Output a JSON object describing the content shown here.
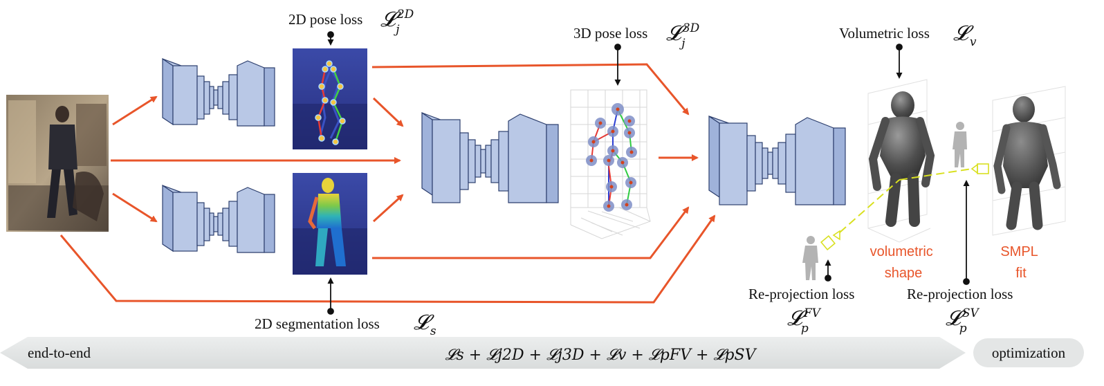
{
  "labels": {
    "pose2d": "2D pose loss",
    "pose3d": "3D pose loss",
    "volumetric": "Volumetric loss",
    "segmentation": "2D segmentation loss",
    "reproj_fv": "Re-projection loss",
    "reproj_sv": "Re-projection loss"
  },
  "symbols": {
    "L": "𝓛",
    "pose2d_sub": "j",
    "pose2d_sup": "2D",
    "pose3d_sub": "j",
    "pose3d_sup": "3D",
    "vol_sub": "v",
    "seg_sub": "s",
    "fv_sub": "p",
    "fv_sup": "FV",
    "sv_sub": "p",
    "sv_sup": "SV"
  },
  "outputs": {
    "volumetric_shape": [
      "volumetric",
      "shape"
    ],
    "smpl_fit": [
      "SMPL",
      "fit"
    ]
  },
  "bottom_bar": {
    "left": "end-to-end",
    "right": "optimization",
    "formula": "𝓛s + 𝓛j2D + 𝓛j3D + 𝓛v + 𝓛pFV + 𝓛pSV"
  },
  "colors": {
    "arrow": "#e8552a",
    "block_fill": "#b9c8e6",
    "block_stroke": "#2d3f6e",
    "projection": "#d9e020"
  }
}
